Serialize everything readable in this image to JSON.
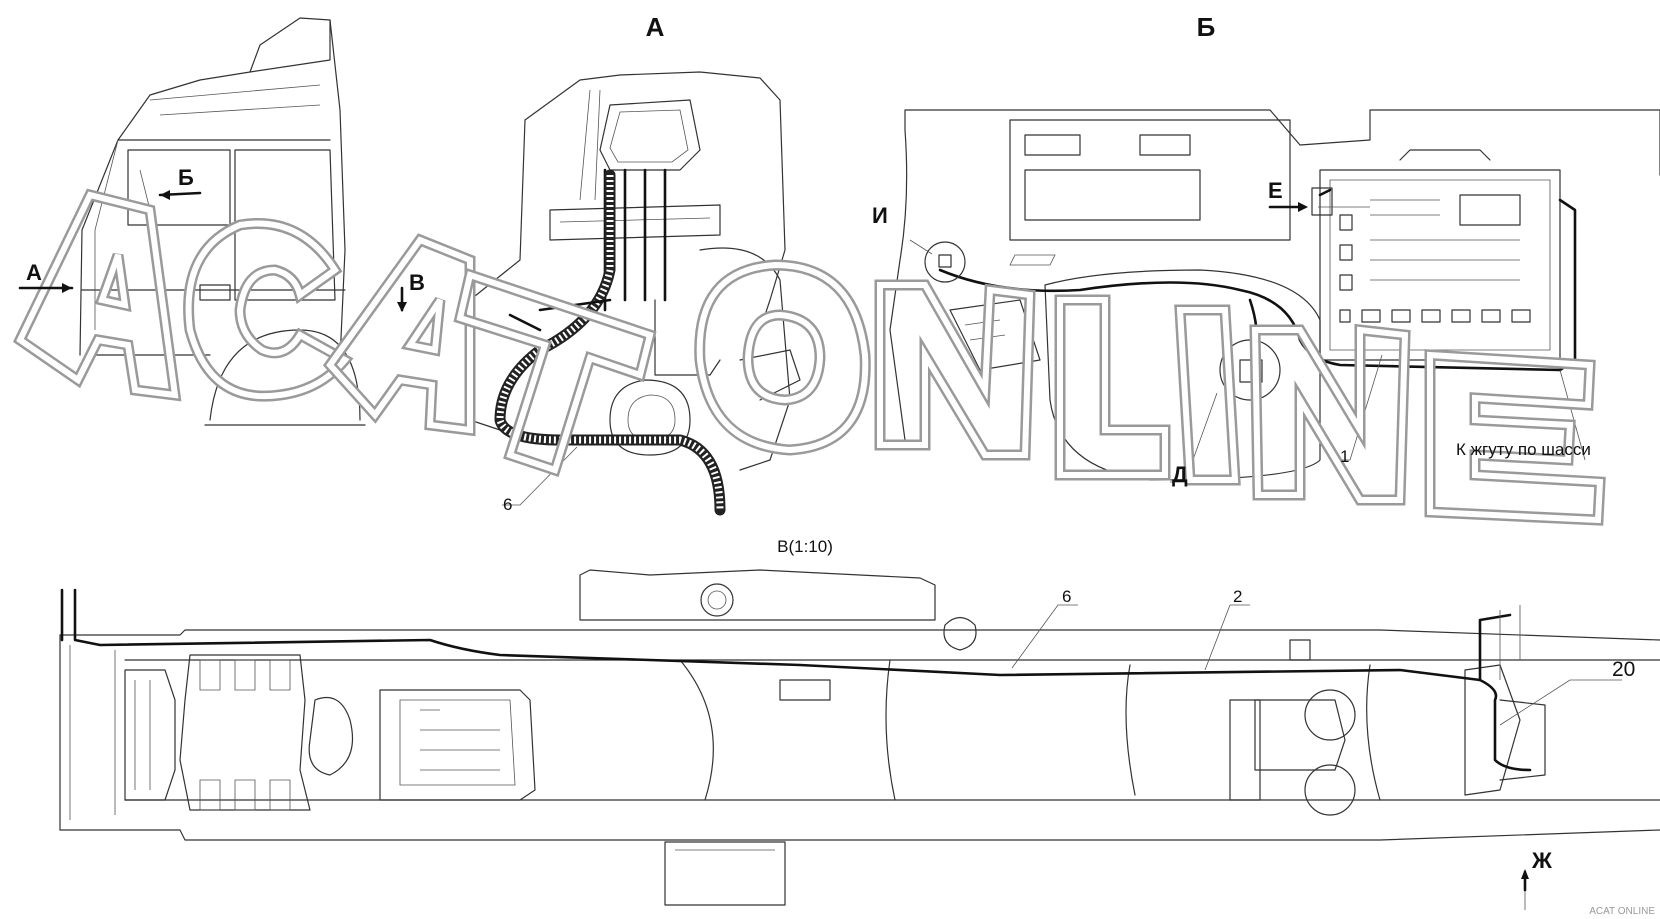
{
  "views": {
    "view_a_title": "А",
    "view_b_title": "Б",
    "view_v_title": "В(1:10)"
  },
  "cab_markers": {
    "a": "А",
    "b": "Б",
    "v": "В"
  },
  "panel_markers": {
    "i": "И",
    "e": "Е",
    "d": "Д",
    "zh": "Ж"
  },
  "callouts": {
    "harness_6_top": "6",
    "item_1": "1",
    "chassis_harness": "К жгуту по шасси",
    "harness_6_chassis": "6",
    "item_2": "2",
    "item_20": "20"
  },
  "watermark": {
    "text": "ACAT ONLINE"
  },
  "colors": {
    "line": "#333333",
    "harness": "#111111",
    "watermark": "#9a9a9a"
  }
}
